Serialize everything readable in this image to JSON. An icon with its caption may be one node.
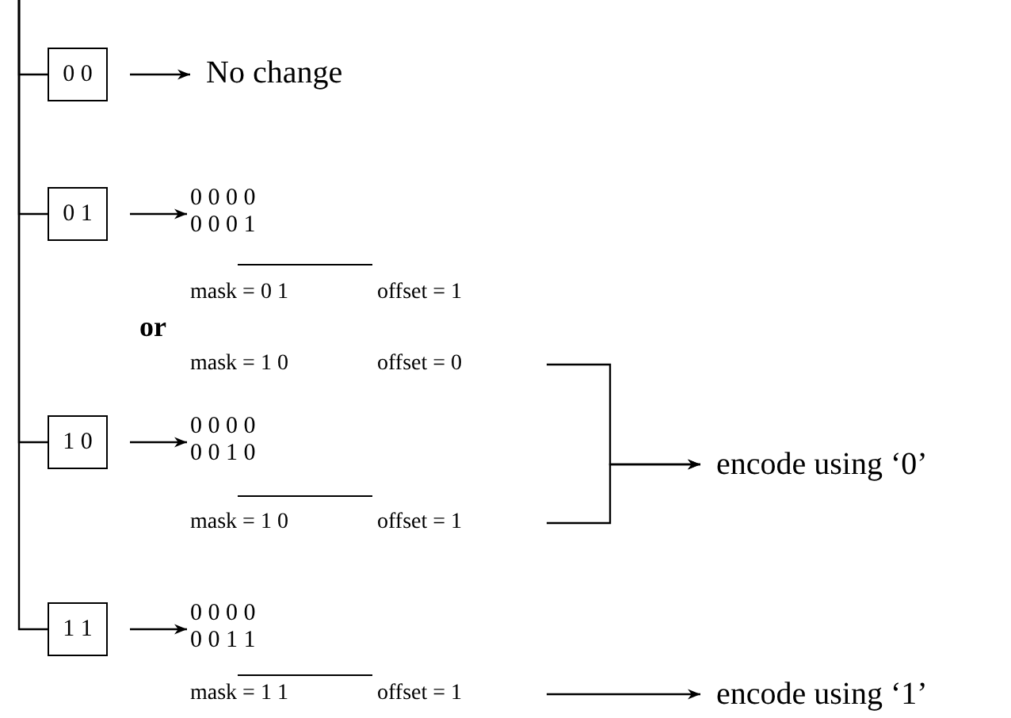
{
  "diagram": {
    "nodes": [
      {
        "text": [
          "0 0"
        ]
      },
      {
        "text": [
          "No change"
        ]
      },
      {
        "text": [
          "0 1"
        ]
      },
      {
        "text": [
          "0 0 0 0",
          "0 0 0 1"
        ]
      },
      {
        "text": [
          "mask = 0 1",
          "offset = 1"
        ]
      },
      {
        "text": [
          "mask = 1 0",
          "offset = 0"
        ]
      },
      {
        "text": [
          "1 0"
        ]
      },
      {
        "text": [
          "0 0 0 0",
          "0 0 1 0"
        ]
      },
      {
        "text": [
          "mask = 1 0",
          "offset = 1"
        ]
      },
      {
        "text": [
          "encode using ‘0’"
        ]
      },
      {
        "text": [
          "1 1"
        ]
      },
      {
        "text": [
          "0 0 0 0",
          "0 0 1 1"
        ]
      },
      {
        "text": [
          "mask = 1 1",
          "offset = 1"
        ]
      },
      {
        "text": [
          "encode using ‘1’"
        ]
      }
    ],
    "edges": [
      {
        "from": null,
        "to": 0,
        "arrow": "none"
      },
      {
        "from": null,
        "to": 2,
        "arrow": "none"
      },
      {
        "from": null,
        "to": 6,
        "arrow": "none"
      },
      {
        "from": null,
        "to": 10,
        "arrow": "none"
      },
      {
        "from": 0,
        "to": 1,
        "arrow": "to"
      },
      {
        "from": 2,
        "to": 3,
        "arrow": "to"
      },
      {
        "from": 6,
        "to": 7,
        "arrow": "to"
      },
      {
        "from": 10,
        "to": 11,
        "arrow": "to"
      },
      {
        "from": 5,
        "to": 9,
        "arrow": "to"
      },
      {
        "from": 8,
        "to": 9,
        "arrow": "to"
      },
      {
        "from": 12,
        "to": 13,
        "arrow": "to"
      }
    ],
    "labels": [
      "or"
    ]
  }
}
